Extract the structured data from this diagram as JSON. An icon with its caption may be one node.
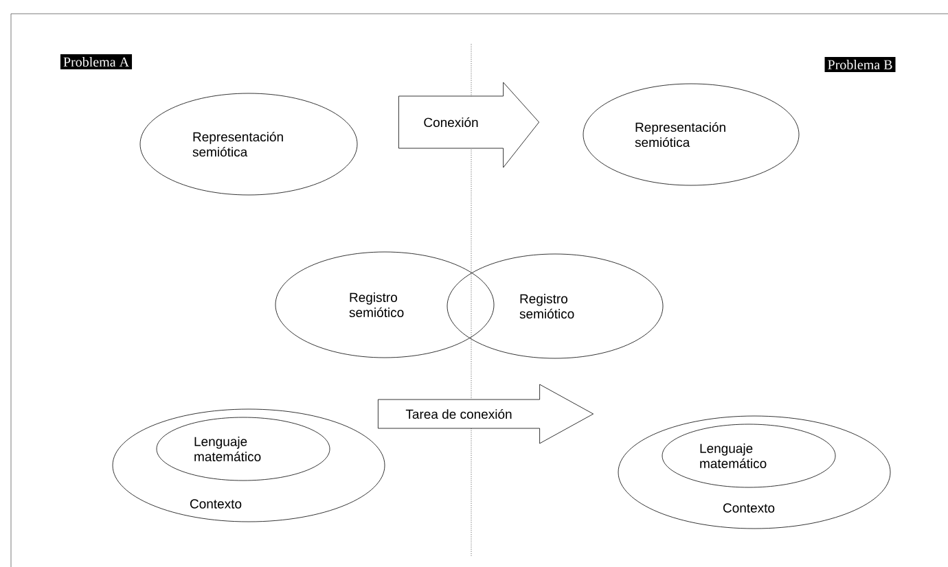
{
  "diagram": {
    "nodes": [
      {
        "text": [
          "Problema A"
        ]
      },
      {
        "text": [
          "Problema B"
        ]
      },
      {
        "text": [
          "Representación semiótica"
        ]
      },
      {
        "text": [
          "Representación semiótica"
        ]
      },
      {
        "text": [
          "Registro semiótico"
        ]
      },
      {
        "text": [
          "Registro semiótico"
        ]
      },
      {
        "text": [
          "Contexto"
        ]
      },
      {
        "text": [
          "Lenguaje matemático"
        ],
        "in": 6
      },
      {
        "text": [
          "Contexto"
        ]
      },
      {
        "text": [
          "Lenguaje matemático"
        ],
        "in": 8
      }
    ],
    "edges": [
      {
        "from": 2,
        "to": 3,
        "arrow": "to",
        "label": "Conexión"
      },
      {
        "from": 6,
        "to": 8,
        "arrow": "to",
        "label": "Tarea de conexión"
      }
    ]
  }
}
